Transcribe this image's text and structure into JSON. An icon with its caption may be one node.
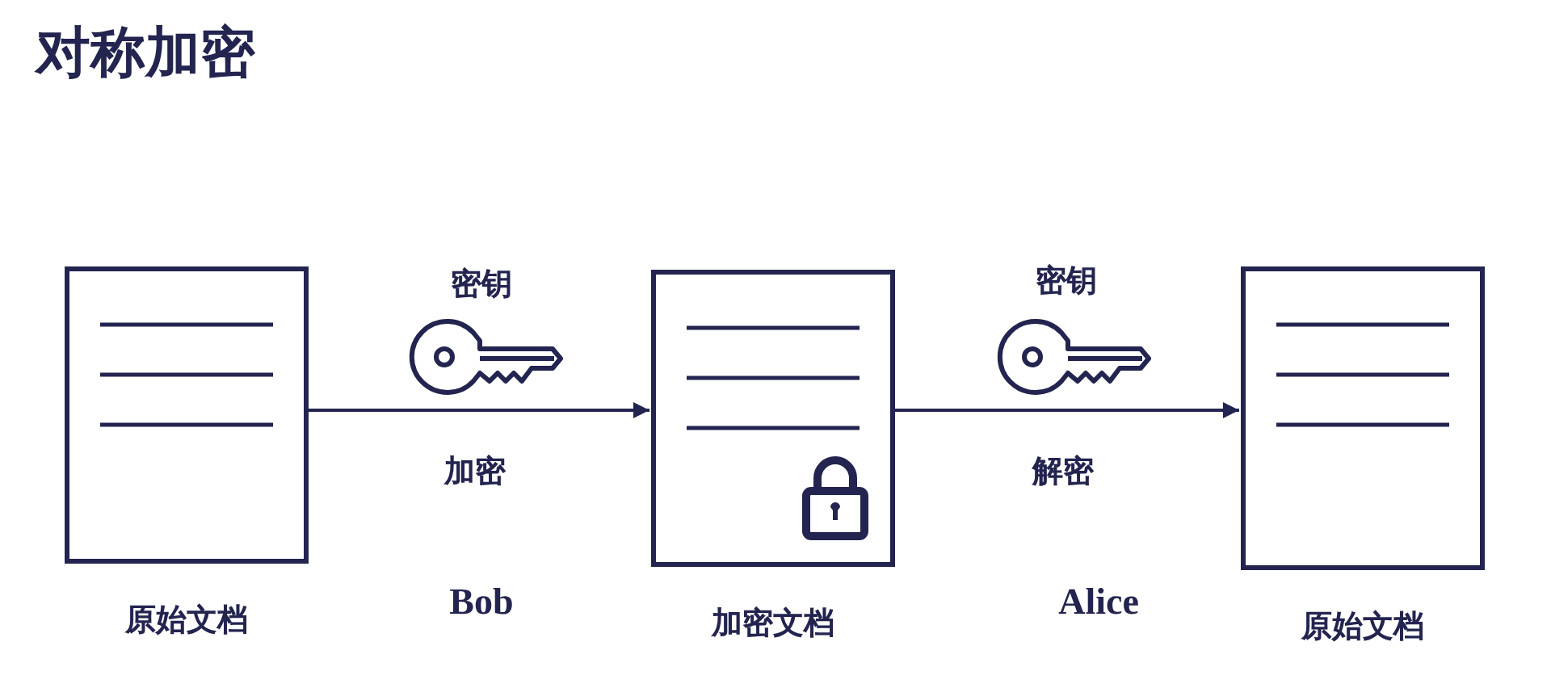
{
  "diagram": {
    "title": "对称加密",
    "nodes": [
      {
        "text": [],
        "shape": "box",
        "beside": [
          "原始文档"
        ]
      },
      {
        "text": [],
        "shape": "box",
        "beside": [
          "加密文档"
        ]
      },
      {
        "text": [],
        "shape": "box",
        "beside": [
          "原始文档"
        ]
      }
    ],
    "edges": [
      {
        "from": 0,
        "to": 1,
        "arrow": "to",
        "label": "加密"
      },
      {
        "from": 1,
        "to": 2,
        "arrow": "to",
        "label": "解密"
      }
    ],
    "labels": [
      "密钥",
      "Bob",
      "密钥",
      "Alice"
    ]
  }
}
